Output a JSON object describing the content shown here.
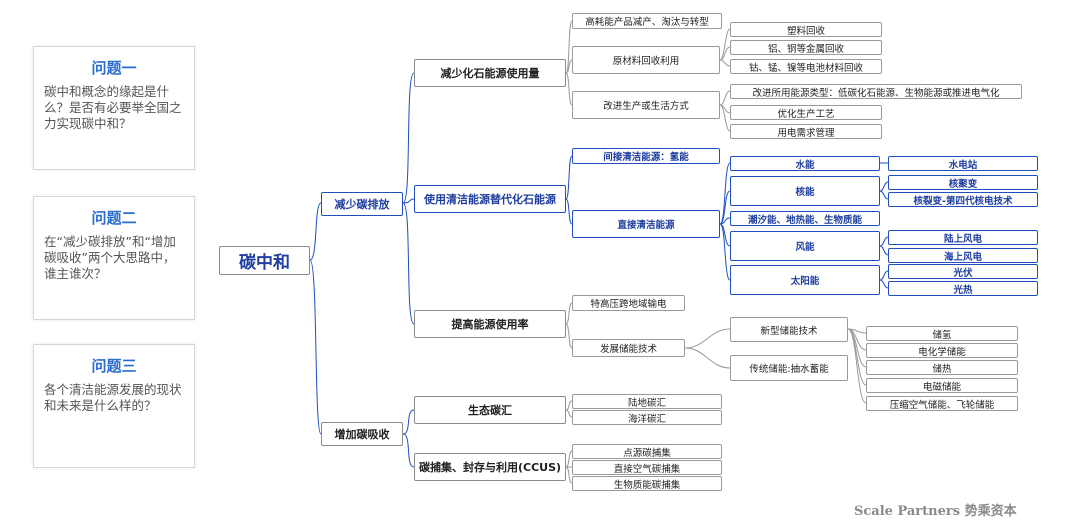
{
  "questions": [
    {
      "title": "问题一",
      "body": "碳中和概念的缘起是什么？是否有必要举全国之力实现碳中和？"
    },
    {
      "title": "问题二",
      "body": "在“减少碳排放”和“增加碳吸收”两个大思路中，谁主谁次？"
    },
    {
      "title": "问题三",
      "body": "各个清洁能源发展的现状和未来是什么样的？"
    }
  ],
  "map": {
    "root": "碳中和",
    "l1": {
      "reduce": "减少碳排放",
      "absorb": "增加碳吸收"
    },
    "l2": {
      "fossil": "减少化石能源使用量",
      "clean": "使用清洁能源替代化石能源",
      "efficiency": "提高能源使用率",
      "eco": "生态碳汇",
      "ccus": "碳捕集、封存与利用(CCUS)"
    },
    "l3": {
      "high_energy": "高耗能产品减产、淘汰与转型",
      "recycle": "原材料回收利用",
      "improve": "改进生产或生活方式",
      "indirect": "间接清洁能源：氢能",
      "direct": "直接清洁能源",
      "uhv": "特高压跨地域输电",
      "storage": "发展储能技术",
      "land_sink": "陆地碳汇",
      "ocean_sink": "海洋碳汇",
      "point": "点源碳捕集",
      "dac": "直接空气碳捕集",
      "bio": "生物质能碳捕集"
    },
    "l4": {
      "plastic": "塑料回收",
      "metal": "铝、铜等金属回收",
      "battery": "钴、锰、镍等电池材料回收",
      "energy_type": "改进所用能源类型：低碳化石能源、生物能源或推进电气化",
      "process": "优化生产工艺",
      "demand": "用电需求管理",
      "hydro": "水能",
      "nuclear": "核能",
      "tidal": "潮汐能、地热能、生物质能",
      "wind": "风能",
      "solar": "太阳能",
      "new_storage": "新型储能技术",
      "trad_storage": "传统储能:抽水蓄能"
    },
    "l5": {
      "hydro_station": "水电站",
      "fusion": "核聚变",
      "fission": "核裂变-第四代核电技术",
      "onshore": "陆上风电",
      "offshore": "海上风电",
      "pv": "光伏",
      "csp": "光热",
      "h2": "储氢",
      "electrochem": "电化学储能",
      "thermal": "储热",
      "em": "电磁储能",
      "air": "压缩空气储能、飞轮储能"
    }
  },
  "watermark": "Scale Partners 势乘资本",
  "colors": {
    "accent": "#1f4fbf",
    "title_blue": "#2d6dd0"
  }
}
